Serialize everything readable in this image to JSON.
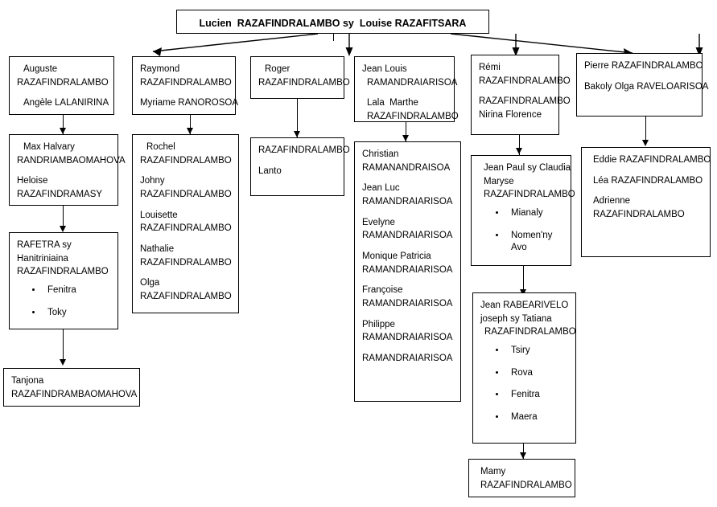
{
  "diagram": {
    "title": "Family tree of Lucien RAZAFINDRALAMBO and Louise RAZAFITSARA",
    "type": "genealogy-tree",
    "root": {
      "label": "Lucien  RAZAFINDRALAMBO sy  Louise RAZAFITSARA"
    },
    "nodes": {
      "auguste": {
        "lines": [
          "Auguste",
          "RAZAFINDRALAMBO"
        ],
        "lines2": [
          "Angèle LALANIRINA"
        ]
      },
      "max_halvary": {
        "lines": [
          "Max Halvary",
          "RANDRIAMBAOMAHOVA"
        ],
        "lines2": [
          "Heloise",
          "RAZAFINDRAMASY"
        ]
      },
      "rafetra": {
        "lines": [
          "RAFETRA sy",
          "Hanitriniaina",
          "RAZAFINDRALAMBO"
        ],
        "bullets": [
          "Fenitra",
          "Toky"
        ]
      },
      "tanjona": {
        "lines": [
          "Tanjona",
          "RAZAFINDRAMBAOMAHOVA"
        ]
      },
      "raymond": {
        "lines": [
          "Raymond",
          "RAZAFINDRALAMBO"
        ],
        "lines2": [
          "Myriame RANOROSOA"
        ]
      },
      "rochel": {
        "groups": [
          [
            "Rochel",
            "RAZAFINDRALAMBO"
          ],
          [
            "Johny",
            "RAZAFINDRALAMBO"
          ],
          [
            "Louisette",
            "RAZAFINDRALAMBO"
          ],
          [
            "Nathalie",
            "RAZAFINDRALAMBO"
          ],
          [
            "Olga",
            "RAZAFINDRALAMBO"
          ]
        ]
      },
      "roger": {
        "lines": [
          "Roger",
          "RAZAFINDRALAMBO"
        ]
      },
      "lanto": {
        "lines": [
          "RAZAFINDRALAMBO"
        ],
        "lines2": [
          "Lanto"
        ]
      },
      "jean_louis": {
        "lines": [
          "Jean Louis",
          "RAMANDRAIARISOA"
        ],
        "lines2": [
          "Lala  Marthe",
          "RAZAFINDRALAMBO"
        ]
      },
      "christian": {
        "groups": [
          [
            "Christian",
            "RAMANANDRAISOA"
          ],
          [
            "Jean Luc",
            "RAMANDRAIARISOA"
          ],
          [
            "Evelyne",
            "RAMANDRAIARISOA"
          ],
          [
            "Monique Patricia",
            "RAMANDRAIARISOA"
          ],
          [
            "Françoise",
            "RAMANDRAIARISOA"
          ],
          [
            "Philippe",
            "RAMANDRAIARISOA"
          ],
          [
            "RAMANDRAIARISOA"
          ]
        ]
      },
      "remi": {
        "lines": [
          "Rémi",
          "RAZAFINDRALAMBO"
        ],
        "lines2": [
          "RAZAFINDRALAMBO",
          "Nirina Florence"
        ]
      },
      "jean_paul": {
        "lines": [
          "Jean Paul sy Claudia",
          "Maryse",
          "RAZAFINDRALAMBO"
        ],
        "bullets": [
          "Mianaly",
          "Nomen'ny Avo"
        ]
      },
      "jean_rabearivelo": {
        "lines": [
          "Jean RABEARIVELO",
          "joseph sy Tatiana",
          "RAZAFINDRALAMBO"
        ],
        "bullets": [
          "Tsiry",
          "Rova",
          "Fenitra",
          "Maera"
        ]
      },
      "mamy": {
        "lines": [
          "Mamy",
          "RAZAFINDRALAMBO"
        ]
      },
      "pierre": {
        "lines": [
          "Pierre RAZAFINDRALAMBO"
        ],
        "lines2": [
          "Bakoly Olga RAVELOARISOA"
        ]
      },
      "eddie": {
        "groups": [
          [
            "Eddie RAZAFINDRALAMBO"
          ],
          [
            "Léa RAZAFINDRALAMBO"
          ],
          [
            "Adrienne",
            "RAZAFINDRALAMBO"
          ]
        ]
      }
    }
  }
}
